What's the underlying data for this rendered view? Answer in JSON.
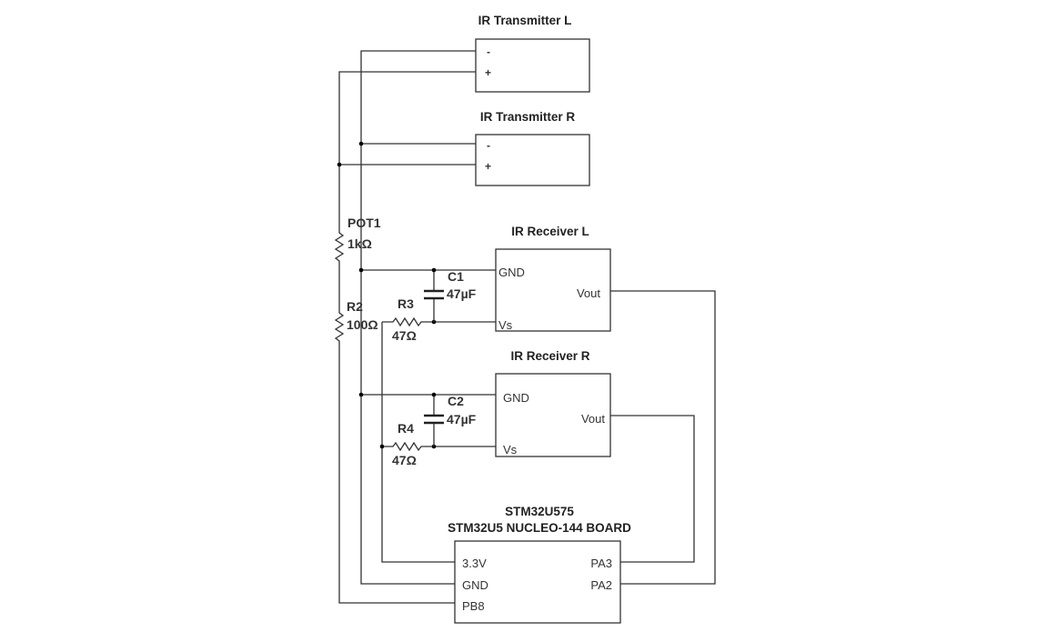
{
  "diagram": {
    "type": "circuit-schematic",
    "components": {
      "tx_left": {
        "title": "IR Transmitter L",
        "pins": {
          "minus": "-",
          "plus": "+"
        }
      },
      "tx_right": {
        "title": "IR Transmitter R",
        "pins": {
          "minus": "-",
          "plus": "+"
        }
      },
      "rx_left": {
        "title": "IR Receiver L",
        "pins": {
          "gnd": "GND",
          "vs": "Vs",
          "vout": "Vout"
        }
      },
      "rx_right": {
        "title": "IR Receiver R",
        "pins": {
          "gnd": "GND",
          "vs": "Vs",
          "vout": "Vout"
        }
      },
      "board": {
        "title_line1": "STM32U575",
        "title_line2": "STM32U5 NUCLEO-144 BOARD",
        "pins": {
          "v33": "3.3V",
          "gnd": "GND",
          "pb8": "PB8",
          "pa3": "PA3",
          "pa2": "PA2"
        }
      },
      "pot1": {
        "name": "POT1",
        "value": "1kΩ"
      },
      "r2": {
        "name": "R2",
        "value": "100Ω"
      },
      "r3": {
        "name": "R3",
        "value": "47Ω"
      },
      "r4": {
        "name": "R4",
        "value": "47Ω"
      },
      "c1": {
        "name": "C1",
        "value": "47µF"
      },
      "c2": {
        "name": "C2",
        "value": "47µF"
      }
    },
    "connections": [
      "Board GND -> IR Transmitter L (-), IR Transmitter R (-), IR Receiver L GND, IR Receiver R GND",
      "Board PB8 -> R2 -> POT1 -> IR Transmitter L (+), IR Transmitter R (+)",
      "Board 3.3V -> R3 -> IR Receiver L Vs; R4 -> IR Receiver R Vs",
      "C1 between IR Receiver L GND and Vs; C2 between IR Receiver R GND and Vs",
      "IR Receiver L Vout -> Board PA2",
      "IR Receiver R Vout -> Board PA3"
    ]
  }
}
